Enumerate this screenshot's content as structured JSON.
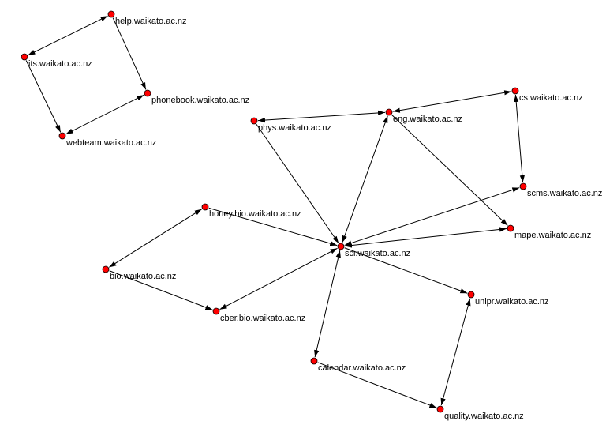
{
  "graph": {
    "node_color": "#ff0000",
    "edge_color": "#000000",
    "nodes": [
      {
        "id": "help",
        "label": "help.waikato.ac.nz"
      },
      {
        "id": "its",
        "label": "its.waikato.ac.nz"
      },
      {
        "id": "phonebook",
        "label": "phonebook.waikato.ac.nz"
      },
      {
        "id": "webteam",
        "label": "webteam.waikato.ac.nz"
      },
      {
        "id": "phys",
        "label": "phys.waikato.ac.nz"
      },
      {
        "id": "eng",
        "label": "eng.waikato.ac.nz"
      },
      {
        "id": "cs",
        "label": "cs.waikato.ac.nz"
      },
      {
        "id": "scms",
        "label": "scms.waikato.ac.nz"
      },
      {
        "id": "mape",
        "label": "mape.waikato.ac.nz"
      },
      {
        "id": "honey",
        "label": "honey.bio.waikato.ac.nz"
      },
      {
        "id": "sci",
        "label": "sci.waikato.ac.nz"
      },
      {
        "id": "bio",
        "label": "bio.waikato.ac.nz"
      },
      {
        "id": "cber",
        "label": "cber.bio.waikato.ac.nz"
      },
      {
        "id": "unipr",
        "label": "unipr.waikato.ac.nz"
      },
      {
        "id": "calendar",
        "label": "calendar.waikato.ac.nz"
      },
      {
        "id": "quality",
        "label": "quality.waikato.ac.nz"
      }
    ],
    "edges": [
      {
        "from": "its",
        "to": "help",
        "bidirectional": true
      },
      {
        "from": "help",
        "to": "phonebook",
        "bidirectional": false
      },
      {
        "from": "its",
        "to": "webteam",
        "bidirectional": false
      },
      {
        "from": "webteam",
        "to": "phonebook",
        "bidirectional": true
      },
      {
        "from": "phys",
        "to": "eng",
        "bidirectional": true
      },
      {
        "from": "eng",
        "to": "cs",
        "bidirectional": true
      },
      {
        "from": "cs",
        "to": "scms",
        "bidirectional": true
      },
      {
        "from": "eng",
        "to": "mape",
        "bidirectional": false
      },
      {
        "from": "phys",
        "to": "sci",
        "bidirectional": false
      },
      {
        "from": "sci",
        "to": "eng",
        "bidirectional": true
      },
      {
        "from": "sci",
        "to": "scms",
        "bidirectional": true
      },
      {
        "from": "sci",
        "to": "mape",
        "bidirectional": true
      },
      {
        "from": "honey",
        "to": "sci",
        "bidirectional": false
      },
      {
        "from": "bio",
        "to": "honey",
        "bidirectional": true
      },
      {
        "from": "bio",
        "to": "cber",
        "bidirectional": false
      },
      {
        "from": "sci",
        "to": "cber",
        "bidirectional": true
      },
      {
        "from": "sci",
        "to": "unipr",
        "bidirectional": false
      },
      {
        "from": "sci",
        "to": "calendar",
        "bidirectional": true
      },
      {
        "from": "calendar",
        "to": "quality",
        "bidirectional": false
      },
      {
        "from": "unipr",
        "to": "quality",
        "bidirectional": true
      }
    ]
  }
}
